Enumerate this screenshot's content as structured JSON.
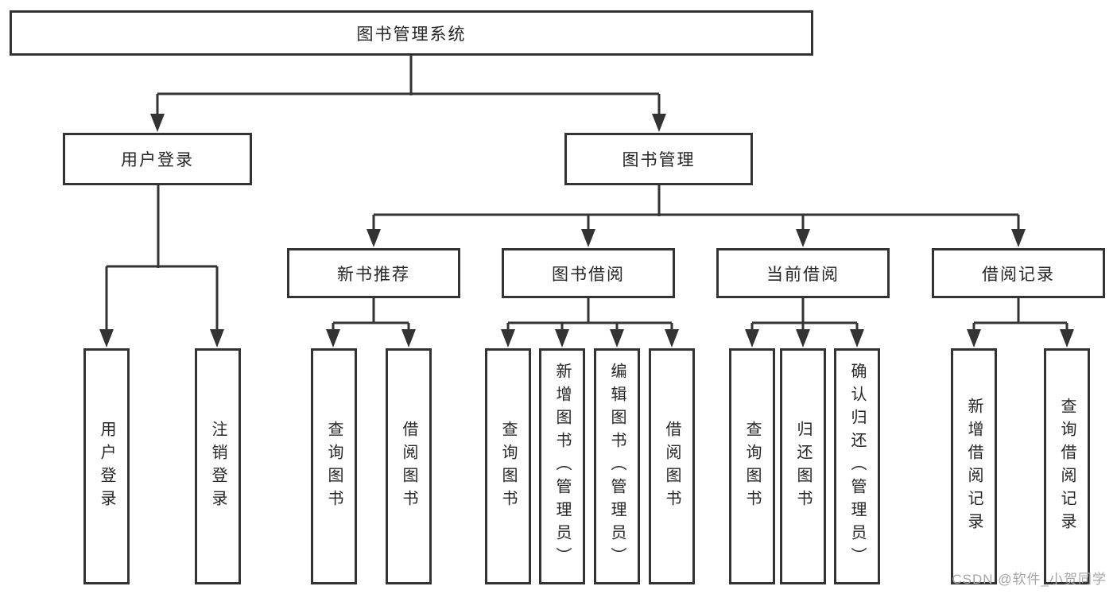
{
  "colors": {
    "line": "#333333",
    "text": "#262626",
    "box_fill": "#ffffff",
    "watermark": "#a6a6a6",
    "background": "#ffffff"
  },
  "watermark": {
    "text": "CSDN @软件_小贺同学"
  },
  "tree": {
    "label": "图书管理系统",
    "children": [
      {
        "label": "用户登录",
        "children": [
          {
            "label": "用户登录"
          },
          {
            "label": "注销登录"
          }
        ]
      },
      {
        "label": "图书管理",
        "children": [
          {
            "label": "新书推荐",
            "children": [
              {
                "label": "查询图书"
              },
              {
                "label": "借阅图书"
              }
            ]
          },
          {
            "label": "图书借阅",
            "children": [
              {
                "label": "查询图书"
              },
              {
                "label": "新增图书（管理员）"
              },
              {
                "label": "编辑图书（管理员）"
              },
              {
                "label": "借阅图书"
              }
            ]
          },
          {
            "label": "当前借阅",
            "children": [
              {
                "label": "查询图书"
              },
              {
                "label": "归还图书"
              },
              {
                "label": "确认归还（管理员）"
              }
            ]
          },
          {
            "label": "借阅记录",
            "children": [
              {
                "label": "新增借阅记录"
              },
              {
                "label": "查询借阅记录"
              }
            ]
          }
        ]
      }
    ]
  }
}
